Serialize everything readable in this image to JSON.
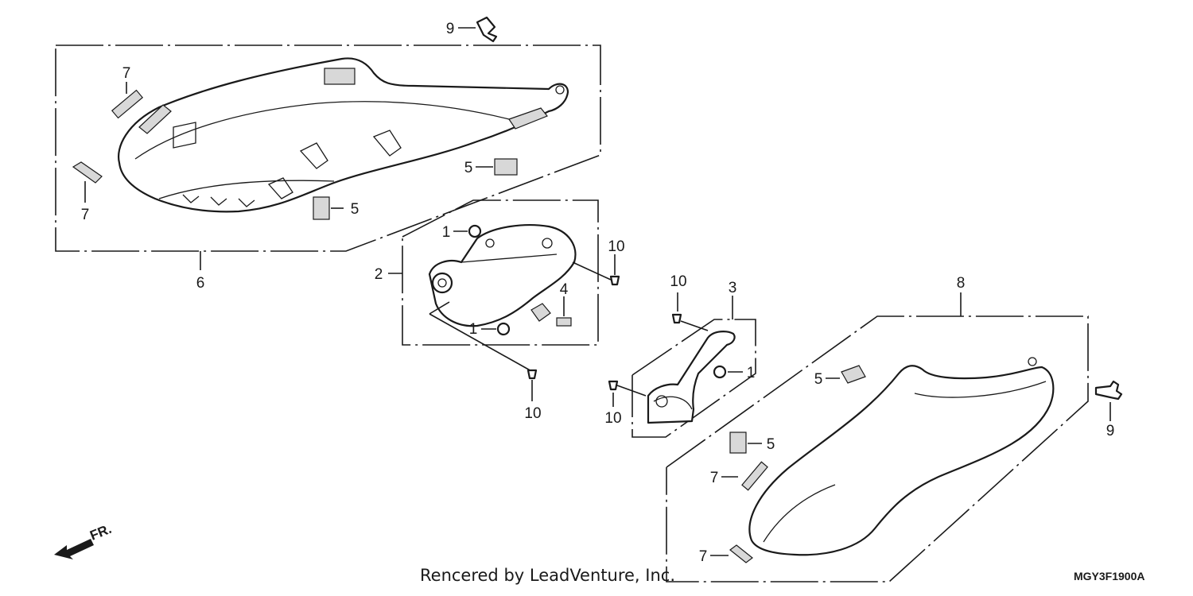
{
  "diagram": {
    "callouts": {
      "p1a": "1",
      "p1b": "1",
      "p1c": "1",
      "p2": "2",
      "p3": "3",
      "p4": "4",
      "p5a": "5",
      "p5b": "5",
      "p5c": "5",
      "p5d": "5",
      "p6": "6",
      "p7a": "7",
      "p7b": "7",
      "p7c": "7",
      "p7d": "7",
      "p8": "8",
      "p9a": "9",
      "p9b": "9",
      "p10a": "10",
      "p10b": "10",
      "p10c": "10",
      "p10d": "10"
    },
    "direction_label": "FR.",
    "credit": "Rencered by LeadVenture, Inc.",
    "drawing_code": "MGY3F1900A"
  }
}
